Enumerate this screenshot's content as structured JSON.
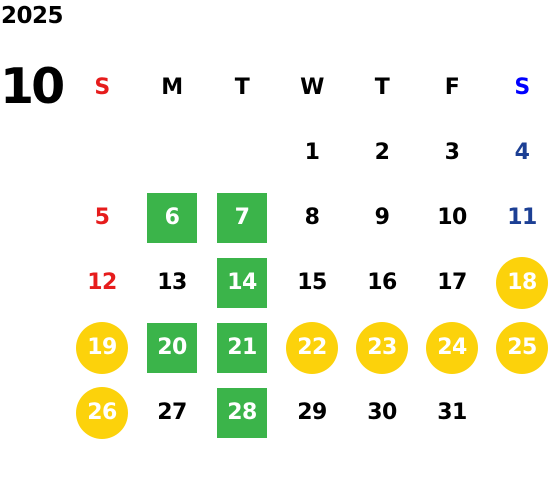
{
  "year": "2025",
  "month": "10",
  "weekdays": [
    "S",
    "M",
    "T",
    "W",
    "T",
    "F",
    "S"
  ],
  "days": [
    "1",
    "2",
    "3",
    "4",
    "5",
    "6",
    "7",
    "8",
    "9",
    "10",
    "11",
    "12",
    "13",
    "14",
    "15",
    "16",
    "17",
    "18",
    "19",
    "20",
    "21",
    "22",
    "23",
    "24",
    "25",
    "26",
    "27",
    "28",
    "29",
    "30",
    "31"
  ],
  "colors": {
    "sunday": "#e61c1c",
    "saturday_header": "#0000ff",
    "saturday": "#1c3f94",
    "green_highlight": "#3bb44a",
    "yellow_highlight": "#fcd20b"
  },
  "green_highlighted_days": [
    "6",
    "7",
    "14",
    "20",
    "21",
    "28"
  ],
  "yellow_highlighted_days": [
    "18",
    "19",
    "22",
    "23",
    "24",
    "25",
    "26"
  ]
}
